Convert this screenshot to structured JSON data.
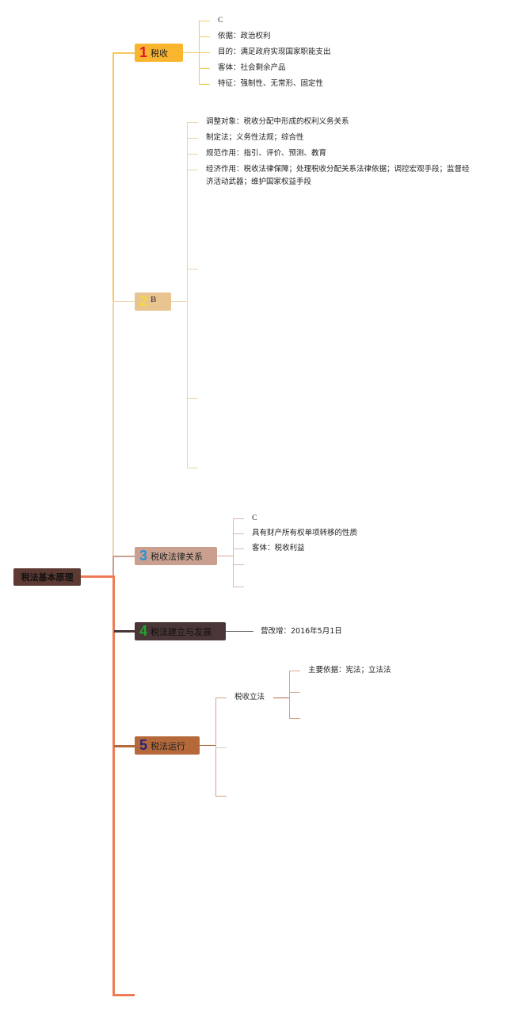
{
  "root": {
    "label": "税法基本原理"
  },
  "branches": [
    {
      "number": "1",
      "label": "税收",
      "color": "#f9b52e",
      "number_color": "#e3122b",
      "children": [
        "C",
        "依据：政治权利",
        "目的：满足政府实现国家职能支出",
        "客体：社会剩余产品",
        "特征：强制性、无常形、固定性"
      ]
    },
    {
      "number": "2",
      "label": "B",
      "color": "#e8c590",
      "number_color": "#f5d740",
      "children": [
        "调整对象：税收分配中形成的权利义务关系",
        "制定法；义务性法规；综合性",
        "规范作用：指引、评价、预测、教育",
        "经济作用：税收法律保障；处理税收分配关系法律依据；调控宏观手段；监督经济活动武器；维护国家权益手段",
        "",
        "",
        ""
      ]
    },
    {
      "number": "3",
      "label": "税收法律关系",
      "color": "#c9a08f",
      "number_color": "#2a8fd6",
      "children": [
        "C",
        "具有财产所有权单项转移的性质",
        "客体：税收利益",
        "",
        ""
      ]
    },
    {
      "number": "4",
      "label": "税法建立与发展",
      "color": "#4a3636",
      "number_color": "#23a333",
      "children": [
        "营改增：2016年5月1日"
      ]
    },
    {
      "number": "5",
      "label": "税法运行",
      "color": "#b5693b",
      "number_color": "#23237a",
      "children": [
        {
          "label": "税收立法",
          "children": [
            "主要依据：宪法；立法法",
            "",
            ""
          ]
        },
        {
          "label": ""
        },
        {
          "label": ""
        }
      ]
    }
  ]
}
